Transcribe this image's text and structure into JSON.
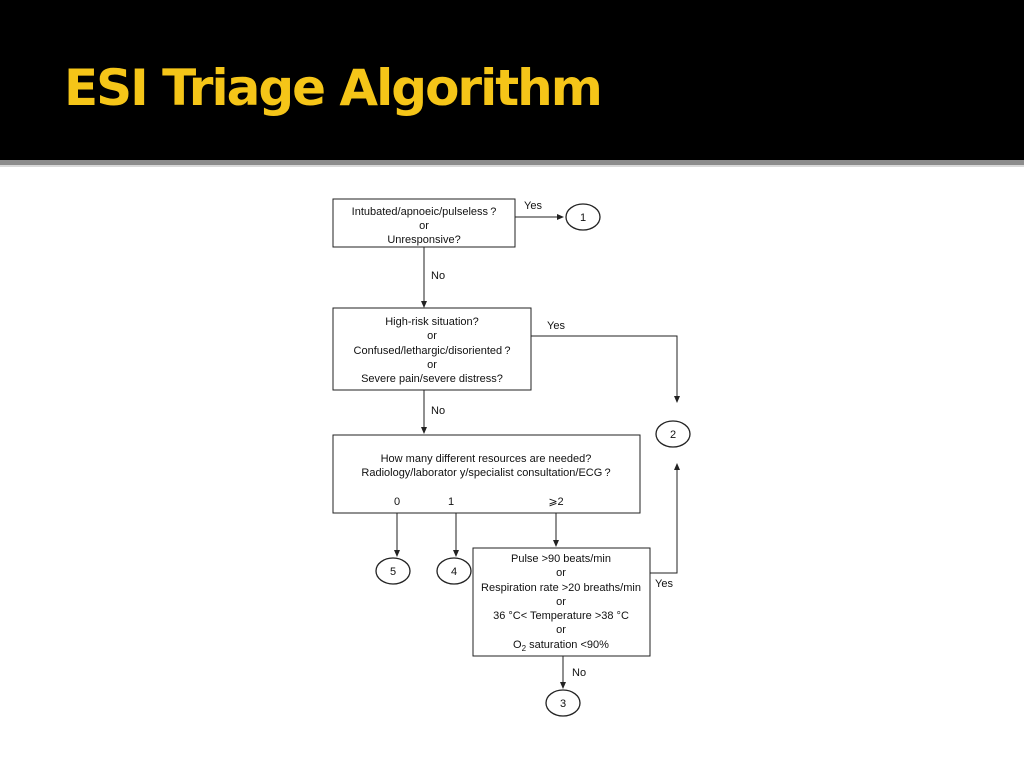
{
  "slide": {
    "title": "ESI Triage Algorithm"
  },
  "flowchart": {
    "box1": {
      "lines": [
        "Intubated/apnoeic/pulseless ?",
        "or",
        "Unresponsive?"
      ]
    },
    "box2": {
      "lines": [
        "High-risk situation?",
        "or",
        "Confused/lethargic/disoriented ?",
        "or",
        "Severe pain/severe distress?"
      ]
    },
    "box3": {
      "lines": [
        "How many different resources are needed?",
        "Radiology/laborator y/specialist consultation/ECG ?"
      ],
      "options": [
        "0",
        "1",
        "⩾2"
      ]
    },
    "box4": {
      "lines": [
        "Pulse >90 beats/min",
        "or",
        "Respiration rate >20 breaths/min",
        "or",
        "36 °C< Temperature >38 °C",
        "or"
      ],
      "o2_line": {
        "o": "O",
        "sub": "2",
        "rest": " saturation <90%"
      }
    },
    "labels": {
      "yes": "Yes",
      "no": "No"
    },
    "levels": [
      "1",
      "2",
      "3",
      "4",
      "5"
    ]
  }
}
